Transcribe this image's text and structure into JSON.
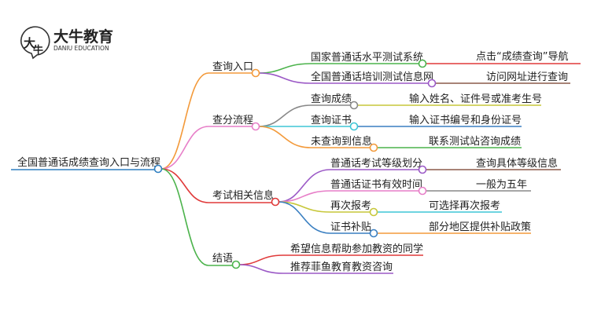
{
  "logo": {
    "name_cn": "大牛教育",
    "name_en": "DANIU EDUCATION",
    "mark_text": "大牛"
  },
  "root": "全国普通话成绩查询入口与流程",
  "branches": [
    {
      "label": "查询入口",
      "children": [
        {
          "label": "国家普通话水平测试系统",
          "detail": "点击“成绩查询”导航"
        },
        {
          "label": "全国普通话培训测试信息网",
          "detail": "访问网址进行查询"
        }
      ]
    },
    {
      "label": "查分流程",
      "children": [
        {
          "label": "查询成绩",
          "detail": "输入姓名、证件号或准考生号"
        },
        {
          "label": "查询证书",
          "detail": "输入证书编号和身份证号"
        },
        {
          "label": "未查询到信息",
          "detail": "联系测试站咨询成绩"
        }
      ]
    },
    {
      "label": "考试相关信息",
      "children": [
        {
          "label": "普通话考试等级划分",
          "detail": "查询具体等级信息"
        },
        {
          "label": "普通话证书有效时间",
          "detail": "一般为五年"
        },
        {
          "label": "再次报考",
          "detail": "可选择再次报考"
        },
        {
          "label": "证书补贴",
          "detail": "部分地区提供补贴政策"
        }
      ]
    },
    {
      "label": "结语",
      "children": [
        {
          "label": "希望信息帮助参加教资的同学"
        },
        {
          "label": "推荐菲鱼教育教资咨询"
        }
      ]
    }
  ],
  "colors": {
    "root": "#2f7fc1",
    "b1": "#f39a3b",
    "b2": "#e77fc8",
    "b3": "#e03a3a",
    "b4": "#4cb34c"
  }
}
